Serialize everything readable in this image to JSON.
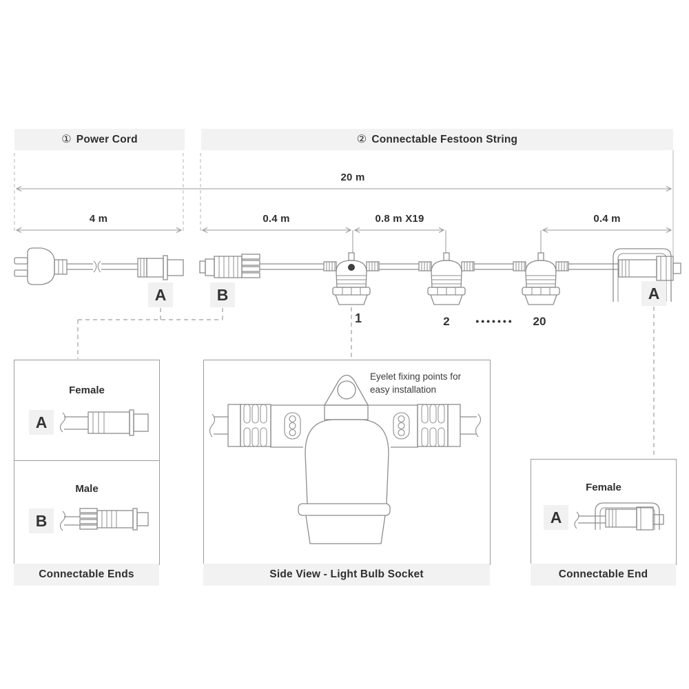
{
  "diagram": {
    "sections": {
      "power_cord": {
        "number": "①",
        "label": "Power Cord"
      },
      "festoon_string": {
        "number": "②",
        "label": "Connectable Festoon String"
      }
    },
    "dimensions": {
      "total_length": "20 m",
      "power_cord_length": "4 m",
      "lead_length": "0.4 m",
      "bulb_spacing": "0.8 m X19",
      "tail_length": "0.4 m"
    },
    "connectors": {
      "power_cord_end_badge": "A",
      "string_start_badge": "B",
      "string_end_badge": "A"
    },
    "sockets": {
      "first": "1",
      "second": "2",
      "ellipsis": "•••••••",
      "last": "20"
    },
    "detail_boxes": {
      "connectable_ends": {
        "title": "Connectable Ends",
        "female": {
          "badge": "A",
          "label": "Female"
        },
        "male": {
          "badge": "B",
          "label": "Male"
        }
      },
      "side_view": {
        "title": "Side View - Light Bulb Socket",
        "note_line1": "Eyelet fixing points for",
        "note_line2": "easy installation"
      },
      "connectable_end": {
        "title": "Connectable End",
        "female": {
          "badge": "A",
          "label": "Female"
        }
      }
    },
    "colors": {
      "line": "#8c8c8c",
      "dimension_line": "#999999",
      "text": "#2e2e2e",
      "panel_bg": "#f2f2f2",
      "badge_bg": "#f1f1f1",
      "socket_dot": "#3f3f3f"
    }
  }
}
